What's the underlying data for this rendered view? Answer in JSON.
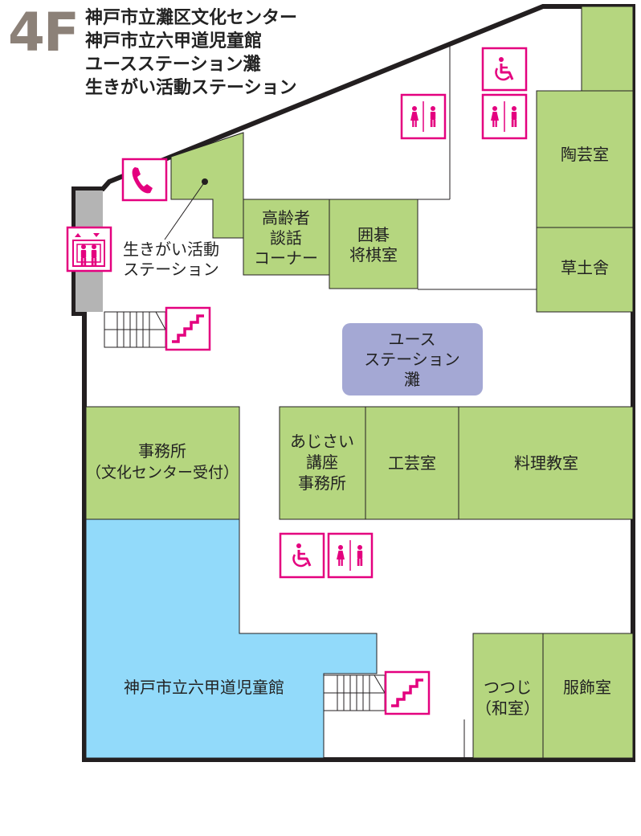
{
  "floor_label": "4F",
  "building_names": [
    "神戸市立灘区文化センター",
    "神戸市立六甲道児童館",
    "ユースステーション灘",
    "生きがい活動ステーション"
  ],
  "rooms": {
    "pottery_room": "陶芸室",
    "soudosha": "草土舎",
    "senior_room": [
      "高齢者",
      "談話",
      "コーナー"
    ],
    "go_shogi_room": [
      "囲碁",
      "将棋室"
    ],
    "youth_station": [
      "ユース",
      "ステーション",
      "灘"
    ],
    "office": [
      "事務所",
      "（文化センター受付）"
    ],
    "ajisai_office": [
      "あじさい",
      "講座",
      "事務所"
    ],
    "craft_room": "工芸室",
    "cooking_room": "料理教室",
    "childrens_hall": "神戸市立六甲道児童館",
    "tsutsuji_room": [
      "つつじ",
      "（和室）"
    ],
    "dress_room": "服飾室"
  },
  "callout": [
    "生きがい活動",
    "ステーション"
  ],
  "colors": {
    "room_green": "#b5d67f",
    "childrens_hall": "#92dafa",
    "youth_station": "#a4a8d4",
    "icon_accent": "#e4007f",
    "elevator_shaft": "#b4b4b4",
    "floor_label": "#8c8178",
    "wall": "#231f20"
  },
  "icons": [
    "telephone-icon",
    "elevator-icon",
    "stairs-icon",
    "accessible-toilet-icon",
    "restroom-icon"
  ]
}
